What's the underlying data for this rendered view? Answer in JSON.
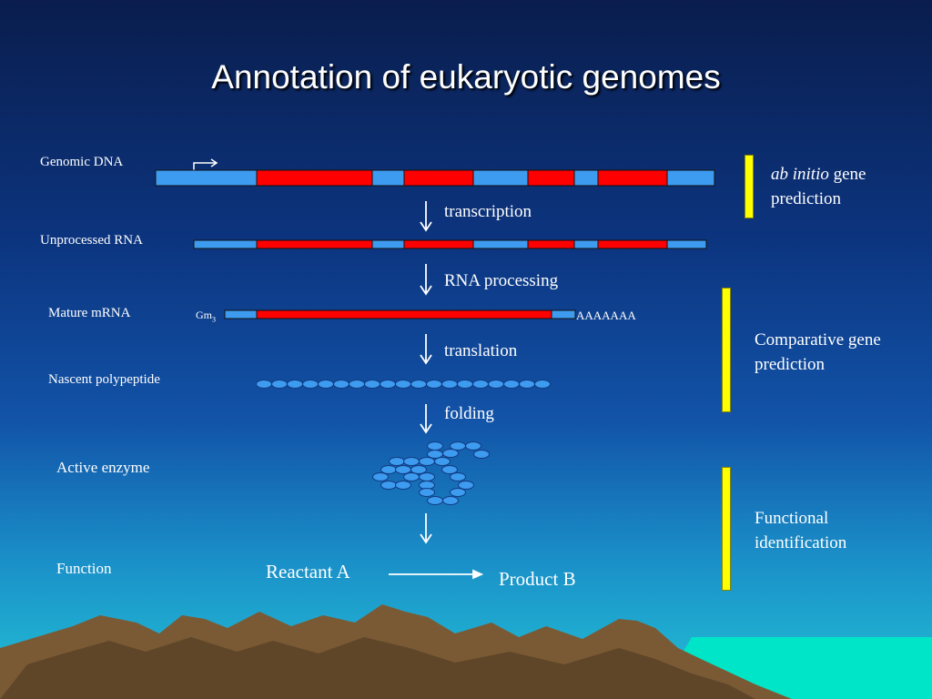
{
  "title": "Annotation of eukaryotic genomes",
  "colors": {
    "exon": "#ff0000",
    "intron": "#3d9bf0",
    "protein": "#3d9bf0",
    "bar": "#ffff00",
    "mountain": "#7a5a34",
    "sea": "#00e5c8"
  },
  "rows": {
    "genomic_dna": "Genomic DNA",
    "unprocessed_rna": "Unprocessed RNA",
    "mature_mrna": "Mature mRNA",
    "nascent_polypeptide": "Nascent polypeptide",
    "active_enzyme": "Active enzyme",
    "function": "Function"
  },
  "steps": {
    "transcription": "transcription",
    "rna_processing": "RNA processing",
    "translation": "translation",
    "folding": "folding"
  },
  "mrna": {
    "cap_prefix": "Gm",
    "cap_subscript": "3",
    "poly_a": "AAAAAAA"
  },
  "reaction": {
    "reactant": "Reactant A",
    "product": "Product B"
  },
  "side": {
    "ab_initio_italic": "ab initio",
    "ab_initio_rest": " gene",
    "ab_initio_line2": "prediction",
    "comparative_line1": "Comparative gene",
    "comparative_line2": "prediction",
    "functional_line1": "Functional",
    "functional_line2": "identification"
  }
}
